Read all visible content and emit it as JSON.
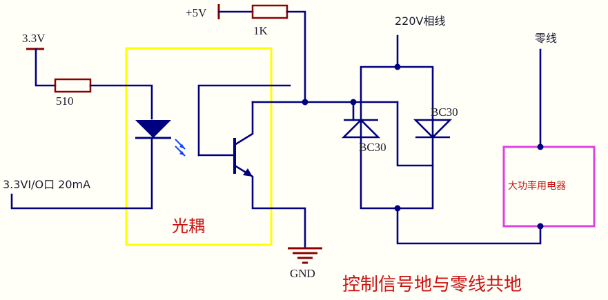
{
  "labels": {
    "v33": "3.3V",
    "r510": "510",
    "v5": "+5V",
    "r1k": "1K",
    "line220": "220V相线",
    "neutral": "零线",
    "bc30_left": "BC30",
    "bc30_right": "BC30",
    "io": "3.3VI/O口 20mA",
    "gnd": "GND",
    "optocoupler": "光耦",
    "load": "大功率用电器",
    "note": "控制信号地与零线共地"
  },
  "colors": {
    "wire": "#000080",
    "power_symbol": "#8b0000",
    "optocoupler_box": "#ffff00",
    "load_box": "#e040e0",
    "text_red": "#cc1010",
    "background": "#fffff8"
  }
}
